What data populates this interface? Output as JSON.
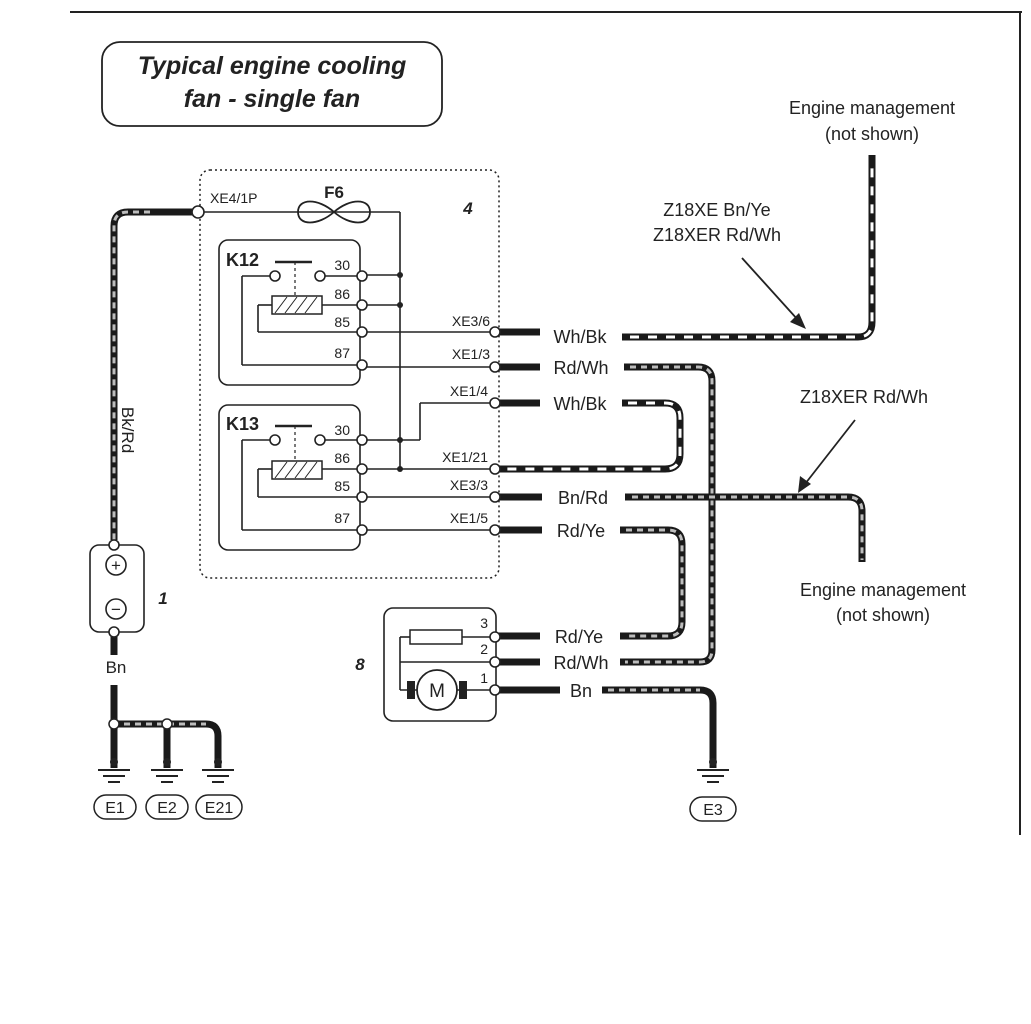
{
  "title": {
    "line1": "Typical engine cooling",
    "line2": "fan - single fan"
  },
  "notes": {
    "engine_mgmt_top_line1": "Engine management",
    "engine_mgmt_top_line2": "(not shown)",
    "variant_top_line1": "Z18XE Bn/Ye",
    "variant_top_line2": "Z18XER Rd/Wh",
    "variant_mid": "Z18XER Rd/Wh",
    "engine_mgmt_bottom_line1": "Engine management",
    "engine_mgmt_bottom_line2": "(not shown)"
  },
  "components": {
    "fuse": "F6",
    "relay_box_number": "4",
    "relay_k12": "K12",
    "relay_k13": "K13",
    "battery_number": "1",
    "motor_number": "8",
    "motor_symbol": "M",
    "battery_plus": "+",
    "battery_minus": "−"
  },
  "terminals": {
    "k12": [
      "30",
      "86",
      "85",
      "87"
    ],
    "k13": [
      "30",
      "86",
      "85",
      "87"
    ],
    "motor": [
      "3",
      "2",
      "1"
    ]
  },
  "connectors": {
    "xe4_1p": "XE4/1P",
    "xe3_6": "XE3/6",
    "xe1_3": "XE1/3",
    "xe1_4": "XE1/4",
    "xe1_21": "XE1/21",
    "xe3_3": "XE3/3",
    "xe1_5": "XE1/5"
  },
  "wire_colors": {
    "bk_rd": "Bk/Rd",
    "bn_battery": "Bn",
    "wh_bk_1": "Wh/Bk",
    "rd_wh_1": "Rd/Wh",
    "wh_bk_2": "Wh/Bk",
    "bn_rd": "Bn/Rd",
    "rd_ye_1": "Rd/Ye",
    "rd_ye_2": "Rd/Ye",
    "rd_wh_2": "Rd/Wh",
    "bn_motor": "Bn"
  },
  "earths": [
    "E1",
    "E2",
    "E21",
    "E3"
  ]
}
